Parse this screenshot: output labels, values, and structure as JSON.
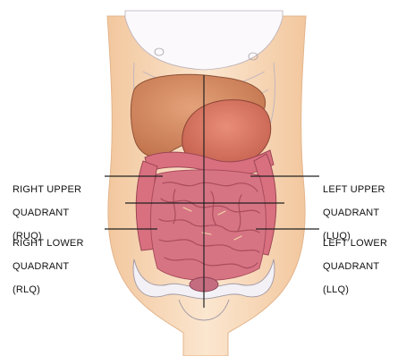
{
  "diagram": {
    "labels": {
      "ruq": [
        "RIGHT UPPER",
        "QUADRANT",
        "(RUQ)"
      ],
      "rlq": [
        "RIGHT LOWER",
        "QUADRANT",
        "(RLQ)"
      ],
      "luq": [
        "LEFT UPPER",
        "QUADRANT",
        "(LUQ)"
      ],
      "llq": [
        "LEFT LOWER",
        "QUADRANT",
        "(LLQ)"
      ]
    }
  },
  "colors": {
    "skin": "#f7d9bb",
    "liver": "#d48a5e",
    "stomach": "#d9735f",
    "intestine": "#d77484",
    "intestine_dark": "#a94c5c",
    "bone": "#f3f1f6",
    "outline": "#9a8f98",
    "divider": "#222222"
  }
}
